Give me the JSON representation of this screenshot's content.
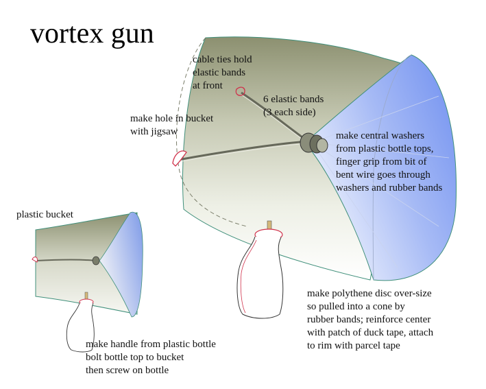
{
  "title": "vortex gun",
  "labels": {
    "cable_ties": [
      "cable ties hold",
      "elastic bands",
      "at front"
    ],
    "elastic_bands": [
      "6 elastic bands",
      "(3 each side)"
    ],
    "hole": [
      "make hole in bucket",
      "with jigsaw"
    ],
    "washers": [
      "make central washers",
      "from plastic bottle tops,",
      "finger grip from bit of",
      "bent wire goes through",
      "washers and rubber bands"
    ],
    "plastic_bucket": [
      "plastic bucket"
    ],
    "polythene": [
      "make polythene disc over-size",
      "so pulled into a cone by",
      "rubber bands; reinforce center",
      "with patch of duck tape, attach",
      "to rim with parcel tape"
    ],
    "handle": [
      "make handle from plastic bottle",
      "bolt bottle top to bucket",
      "then screw on bottle"
    ]
  },
  "colors": {
    "bucket_dark": "#8c9070",
    "bucket_light": "#eef0e6",
    "membrane": "#8ea6f2",
    "outline": "#3f8f7a",
    "accent_red": "#d0304a"
  }
}
